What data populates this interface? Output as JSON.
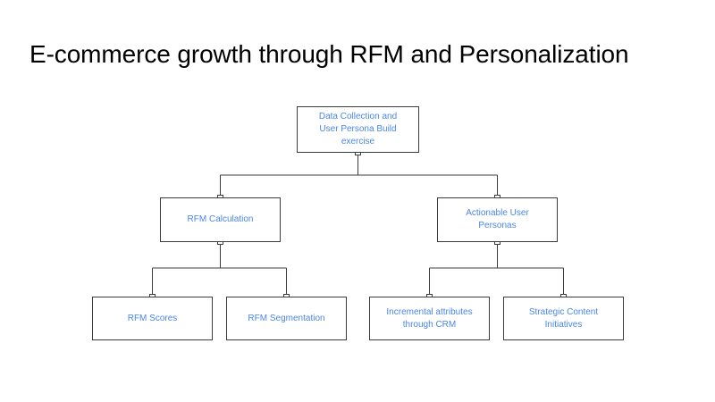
{
  "slide": {
    "title": "E-commerce growth through RFM and Personalization",
    "background_color": "#ffffff",
    "title_color": "#000000"
  },
  "theme": {
    "node_text_color": "#4a86e8",
    "node_border_color": "#3c3c3c",
    "node_fill_color": "#ffffff",
    "connector_color": "#3c3c3c",
    "endpoint_fill_color": "#ffffff"
  },
  "diagram": {
    "type": "hierarchy-tree",
    "levels": 3,
    "nodes": {
      "root": {
        "id": "root",
        "label": "Data Collection and\nUser Persona Build\nexercise",
        "level": 1
      },
      "rfm_calculation": {
        "id": "rfm_calculation",
        "label": "RFM Calculation",
        "level": 2
      },
      "actionable_user_personas": {
        "id": "actionable_user_personas",
        "label": "Actionable User\nPersonas",
        "level": 2
      },
      "rfm_scores": {
        "id": "rfm_scores",
        "label": "RFM Scores",
        "level": 3
      },
      "rfm_segmentation": {
        "id": "rfm_segmentation",
        "label": "RFM Segmentation",
        "level": 3
      },
      "incremental_attributes_crm": {
        "id": "incremental_attributes_crm",
        "label": "Incremental attributes\nthrough CRM",
        "level": 3
      },
      "strategic_content_initiatives": {
        "id": "strategic_content_initiatives",
        "label": "Strategic Content\nInitiatives",
        "level": 3
      }
    },
    "edges": [
      {
        "from": "root",
        "to": "rfm_calculation"
      },
      {
        "from": "root",
        "to": "actionable_user_personas"
      },
      {
        "from": "rfm_calculation",
        "to": "rfm_scores"
      },
      {
        "from": "rfm_calculation",
        "to": "rfm_segmentation"
      },
      {
        "from": "actionable_user_personas",
        "to": "incremental_attributes_crm"
      },
      {
        "from": "actionable_user_personas",
        "to": "strategic_content_initiatives"
      }
    ]
  }
}
